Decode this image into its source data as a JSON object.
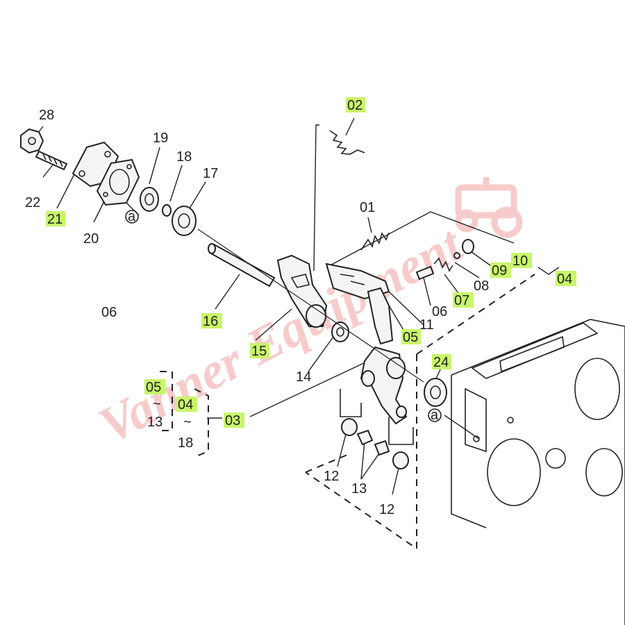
{
  "watermark": {
    "text": "Vanner Equipment",
    "color": "#f0a0a0"
  },
  "labels": {
    "l28": "28",
    "l22": "22",
    "l21": "21",
    "l20": "20",
    "l19": "19",
    "l18": "18",
    "l17": "17",
    "l16": "16",
    "l15": "15",
    "l14": "14",
    "l02": "02",
    "l01": "01",
    "l10": "10",
    "l09": "09",
    "l08": "08",
    "l07": "07",
    "l06a": "06",
    "l06b": "06",
    "l11": "11",
    "l05": "05",
    "l04": "04",
    "l24": "24",
    "l03": "03",
    "l12a": "12",
    "l13a": "13",
    "l12b": "12",
    "g05": "05",
    "g04": "04",
    "g13": "13",
    "g18": "18",
    "tilde1": "~",
    "tilde2": "~",
    "ref_a1": "a",
    "ref_a2": "a"
  },
  "highlight_color": "#c8f56a"
}
